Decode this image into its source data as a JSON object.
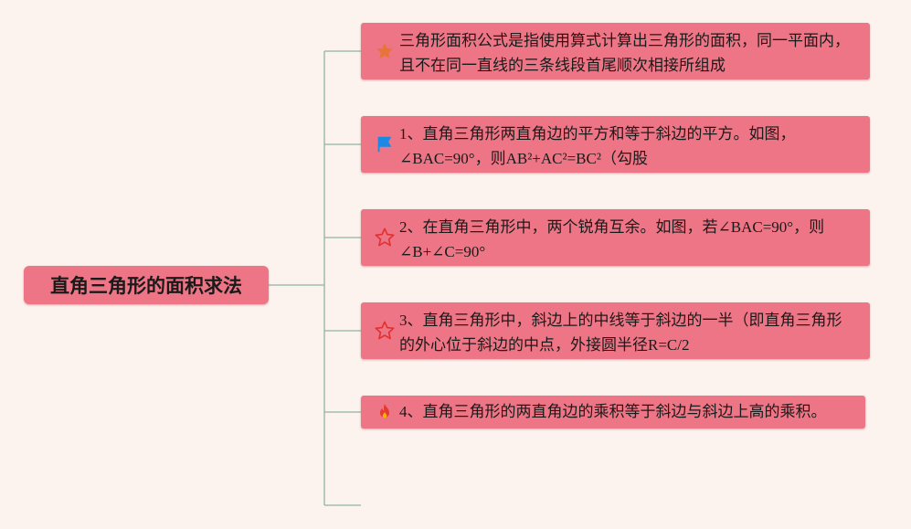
{
  "root": {
    "label": "直角三角形的面积求法"
  },
  "branches": [
    {
      "icon": "star-filled-orange-icon",
      "text": "三角形面积公式是指使用算式计算出三角形的面积，同一平面内，且不在同一直线的三条线段首尾顺次相接所组成"
    },
    {
      "icon": "blue-flag-icon",
      "text": "1、直角三角形两直角边的平方和等于斜边的平方。如图，∠BAC=90°，则AB²+AC²=BC²（勾股"
    },
    {
      "icon": "star-outline-red-icon",
      "text": "2、在直角三角形中，两个锐角互余。如图，若∠BAC=90°，则∠B+∠C=90°"
    },
    {
      "icon": "star-outline-red-icon",
      "text": "3、直角三角形中，斜边上的中线等于斜边的一半（即直角三角形的外心位于斜边的中点，外接圆半径R=C/2"
    },
    {
      "icon": "fire-icon",
      "text": "4、直角三角形的两直角边的乘积等于斜边与斜边上高的乘积。"
    }
  ],
  "colors": {
    "background": "#fdf3ee",
    "node_fill": "#ee7585",
    "connector": "#8fb3a4",
    "star_orange": "#e8743a",
    "star_outline": "#e03030",
    "flag_blue": "#1e88e5",
    "fire": "#e53935"
  }
}
